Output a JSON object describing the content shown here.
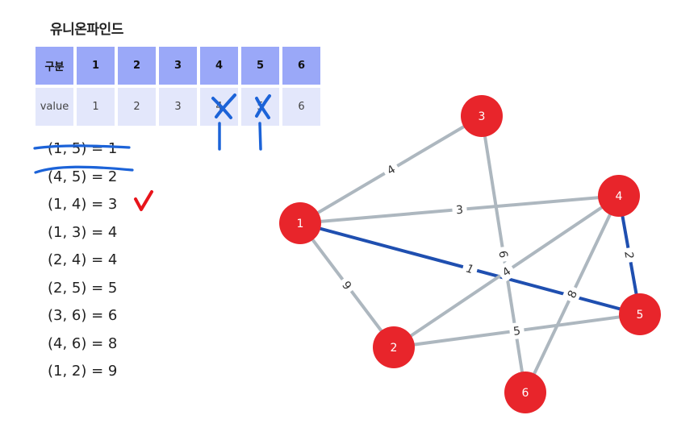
{
  "title": "유니온파인드",
  "table": {
    "header": [
      "구분",
      "1",
      "2",
      "3",
      "4",
      "5",
      "6"
    ],
    "values": [
      "value",
      "1",
      "2",
      "3",
      "4",
      "5",
      "6"
    ]
  },
  "edge_list": [
    {
      "text": "(1, 5) = 1",
      "struck": true
    },
    {
      "text": "(4, 5) = 2",
      "struck": true
    },
    {
      "text": "(1, 4) = 3",
      "checked": true
    },
    {
      "text": "(1, 3) = 4"
    },
    {
      "text": "(2, 4) = 4"
    },
    {
      "text": "(2, 5) = 5"
    },
    {
      "text": "(3, 6) = 6"
    },
    {
      "text": "(4, 6) = 8"
    },
    {
      "text": "(1, 2) = 9"
    }
  ],
  "graph": {
    "nodes": [
      {
        "id": "1",
        "label": "1"
      },
      {
        "id": "2",
        "label": "2"
      },
      {
        "id": "3",
        "label": "3"
      },
      {
        "id": "4",
        "label": "4"
      },
      {
        "id": "5",
        "label": "5"
      },
      {
        "id": "6",
        "label": "6"
      }
    ],
    "edges": [
      {
        "from": "1",
        "to": "3",
        "weight": "4",
        "highlight": false
      },
      {
        "from": "1",
        "to": "4",
        "weight": "3",
        "highlight": false
      },
      {
        "from": "1",
        "to": "5",
        "weight": "1",
        "highlight": true
      },
      {
        "from": "1",
        "to": "2",
        "weight": "9",
        "highlight": false
      },
      {
        "from": "3",
        "to": "6",
        "weight": "6",
        "highlight": false
      },
      {
        "from": "4",
        "to": "2",
        "weight": "4",
        "highlight": false
      },
      {
        "from": "4",
        "to": "6",
        "weight": "8",
        "highlight": false
      },
      {
        "from": "4",
        "to": "5",
        "weight": "2",
        "highlight": true
      },
      {
        "from": "2",
        "to": "5",
        "weight": "5",
        "highlight": false
      }
    ]
  },
  "colors": {
    "node": "#e8252b",
    "edge": "#adb7bf",
    "edge_highlight": "#1f4fb0",
    "header_cell": "#9aa8f8",
    "value_cell": "#e3e7fb",
    "ink_blue": "#1c63d8",
    "ink_red": "#e8141b"
  }
}
